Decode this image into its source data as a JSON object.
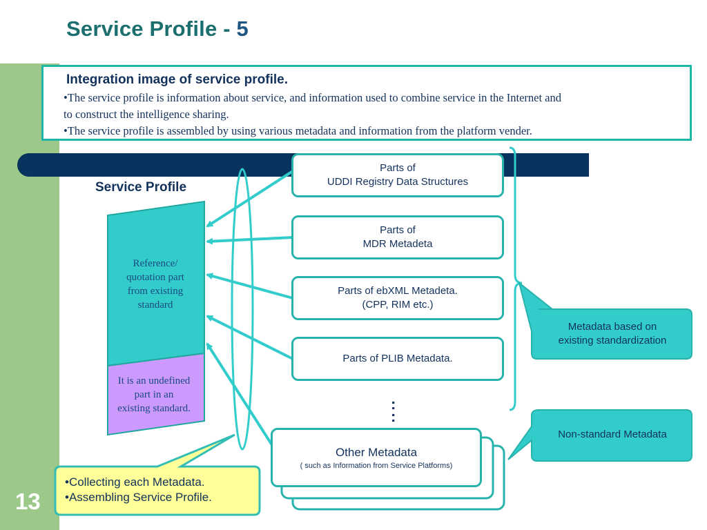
{
  "title": {
    "main": "Service Profile - ",
    "num": "5"
  },
  "intro": {
    "heading": "Integration image of service profile.",
    "lines": [
      "•The service profile is information about service, and information used to combine service in the Internet and",
      "  to construct the intelligence sharing.",
      "•The service profile is assembled by using various metadata and information from the platform vender."
    ]
  },
  "service_profile": {
    "label": "Service Profile",
    "reference_part": [
      "Reference/",
      "quotation part",
      "from existing",
      "standard"
    ],
    "undefined_part": [
      "It is an undefined",
      "part in an",
      "existing standard."
    ]
  },
  "boxes": {
    "uddi": [
      "Parts of",
      "UDDI Registry Data Structures"
    ],
    "mdr": [
      "Parts of",
      "MDR Metadeta"
    ],
    "ebxml": [
      "Parts of ebXML Metadeta.",
      "(CPP, RIM etc.)"
    ],
    "plib": [
      "Parts of PLIB Metadata."
    ],
    "other": {
      "title": "Other Metadata",
      "sub": "( such as Information from Service Platforms)"
    }
  },
  "dots": ":",
  "callouts": {
    "standard": [
      "Metadata based on",
      "existing standardization"
    ],
    "nonstandard": "Non-standard Metadata",
    "note": [
      "•Collecting each Metadata.",
      "•Assembling Service Profile."
    ]
  },
  "slide_number": "13",
  "colors": {
    "teal": "#32cccb",
    "teal_border": "#27b3ab",
    "navy": "#08335e",
    "green_band": "#9cc98a",
    "purple": "#cc99ff",
    "yellow": "#ffff99"
  }
}
